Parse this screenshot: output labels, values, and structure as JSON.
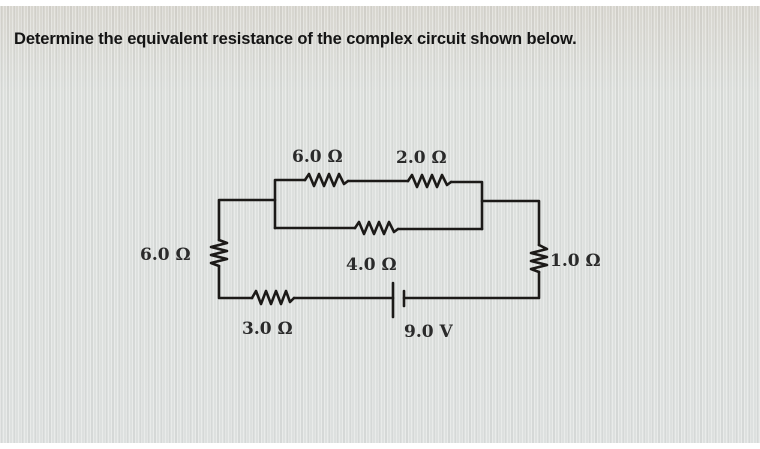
{
  "question": {
    "text": "Determine the equivalent resistance of the complex circuit shown below."
  },
  "circuit": {
    "components": [
      {
        "id": "R_top_left",
        "type": "resistor",
        "label": "6.0 Ω",
        "position": "parallel block, top branch, left"
      },
      {
        "id": "R_top_right",
        "type": "resistor",
        "label": "2.0 Ω",
        "position": "parallel block, top branch, right"
      },
      {
        "id": "R_middle",
        "type": "resistor",
        "label": "4.0 Ω",
        "position": "parallel block, bottom branch"
      },
      {
        "id": "R_left",
        "type": "resistor",
        "label": "6.0 Ω",
        "position": "left vertical wire"
      },
      {
        "id": "R_right",
        "type": "resistor",
        "label": "1.0 Ω",
        "position": "right vertical wire"
      },
      {
        "id": "R_bottom",
        "type": "resistor",
        "label": "3.0 Ω",
        "position": "bottom wire, left"
      },
      {
        "id": "battery",
        "type": "battery",
        "label": "9.0 V",
        "position": "bottom wire, middle"
      }
    ],
    "labels": {
      "r_top_left": "6.0 Ω",
      "r_top_right": "2.0 Ω",
      "r_middle": "4.0 Ω",
      "r_left": "6.0 Ω",
      "r_right": "1.0 Ω",
      "r_bottom": "3.0 Ω",
      "battery": "9.0 V"
    },
    "wire_color": "#1c1a18"
  }
}
